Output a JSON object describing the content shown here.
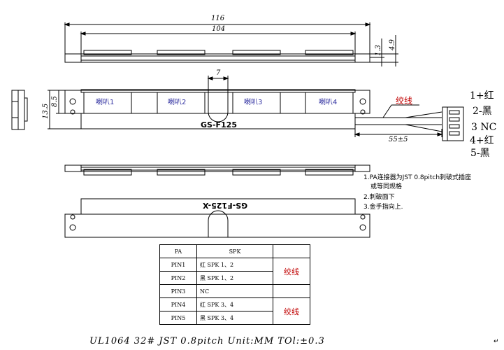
{
  "dimensions": {
    "overall_length": "116",
    "inner_length": "104",
    "thickness_small": "1.3",
    "thickness_total": "4.9",
    "notch_width": "7",
    "height_total": "13.5",
    "height_inner": "8.5",
    "cable_length": "55±5"
  },
  "speaker_labels": [
    "喇叭1",
    "喇叭2",
    "喇叭3",
    "喇叭4"
  ],
  "part_number": "GS-F125",
  "part_number_mirrored": "GS-F125-X",
  "wire_label": "绞线",
  "connector_pins": [
    "1+红",
    "2-黑",
    "3 NC",
    "4+红",
    "5-黑"
  ],
  "notes": [
    "1.PA连接器为JST 0.8pitch刺破式插座",
    "或等同规格",
    "2.刺破面下",
    "3.金手指向上."
  ],
  "table": {
    "header": [
      "PA",
      "SPK",
      ""
    ],
    "rows": [
      {
        "pin": "PIN1",
        "spk": "红 SPK 1、2",
        "note": "绞线"
      },
      {
        "pin": "PIN2",
        "spk": "黑 SPK 1、2",
        "note": ""
      },
      {
        "pin": "PIN3",
        "spk": "NC",
        "note": ""
      },
      {
        "pin": "PIN4",
        "spk": "红 SPK 3、4",
        "note": "绞线"
      },
      {
        "pin": "PIN5",
        "spk": "黑 SPK 3、4",
        "note": ""
      }
    ]
  },
  "footer": "UL1064 32# JST 0.8pitch Unit:MM TOl:±0.3",
  "corner_mark": "↵",
  "colors": {
    "line": "#000000",
    "wire_label": "#c00000",
    "speaker_label": "#3030a0"
  }
}
